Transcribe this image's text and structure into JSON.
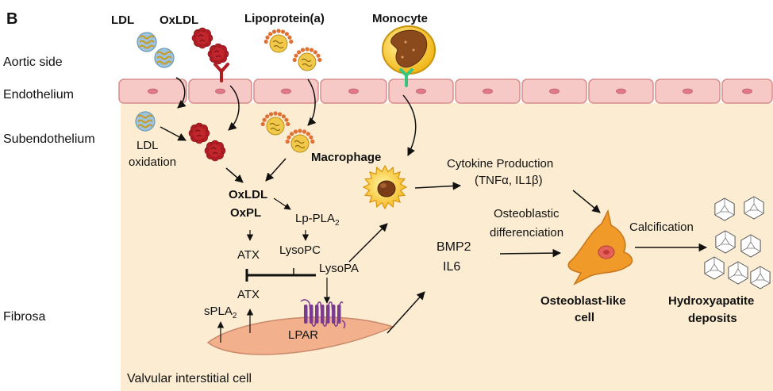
{
  "panel_label": "B",
  "particles": {
    "ldl": "LDL",
    "oxldl": "OxLDL",
    "lpa": "Lipoprotein(a)",
    "monocyte": "Monocyte"
  },
  "layers": {
    "aortic": "Aortic side",
    "endothelium": "Endothelium",
    "subendothelium": "Subendothelium",
    "fibrosa": "Fibrosa"
  },
  "labels": {
    "ldl_oxidation_1": "LDL",
    "ldl_oxidation_2": "oxidation",
    "macrophage": "Macrophage",
    "oxldl": "OxLDL",
    "oxpl": "OxPL",
    "lp_pla2": "Lp-PLA",
    "lp_pla2_sub": "2",
    "atx_top": "ATX",
    "lysopc": "LysoPC",
    "lysopa": "LysoPA",
    "atx_bottom": "ATX",
    "spla2": "sPLA",
    "spla2_sub": "2",
    "lpar": "LPAR",
    "vic": "Valvular interstitial cell",
    "cytokine_1": "Cytokine Production",
    "cytokine_2": "(TNFα, IL1β)",
    "osteoblastic_1": "Osteoblastic",
    "osteoblastic_2": "differenciation",
    "bmp2": "BMP2",
    "il6": "IL6",
    "calcification": "Calcification",
    "osteo_cell_1": "Osteoblast-like",
    "osteo_cell_2": "cell",
    "hydroxy_1": "Hydroxyapatite",
    "hydroxy_2": "deposits"
  },
  "colors": {
    "tissue": "#fcedd2",
    "endothelial_cell": "#f7c9c6",
    "endothelial_border": "#d88d8b",
    "nucleus": "#e07a8a",
    "oxldl": "#b01e24",
    "ldl_blue": "#9ec3dc",
    "ldl_gold": "#c99a1e",
    "lpa_orange": "#e07033",
    "monocyte": "#f4c430",
    "vic": "#f0b08a",
    "lpar": "#7b3b8f",
    "osteoblast": "#f0961e"
  }
}
